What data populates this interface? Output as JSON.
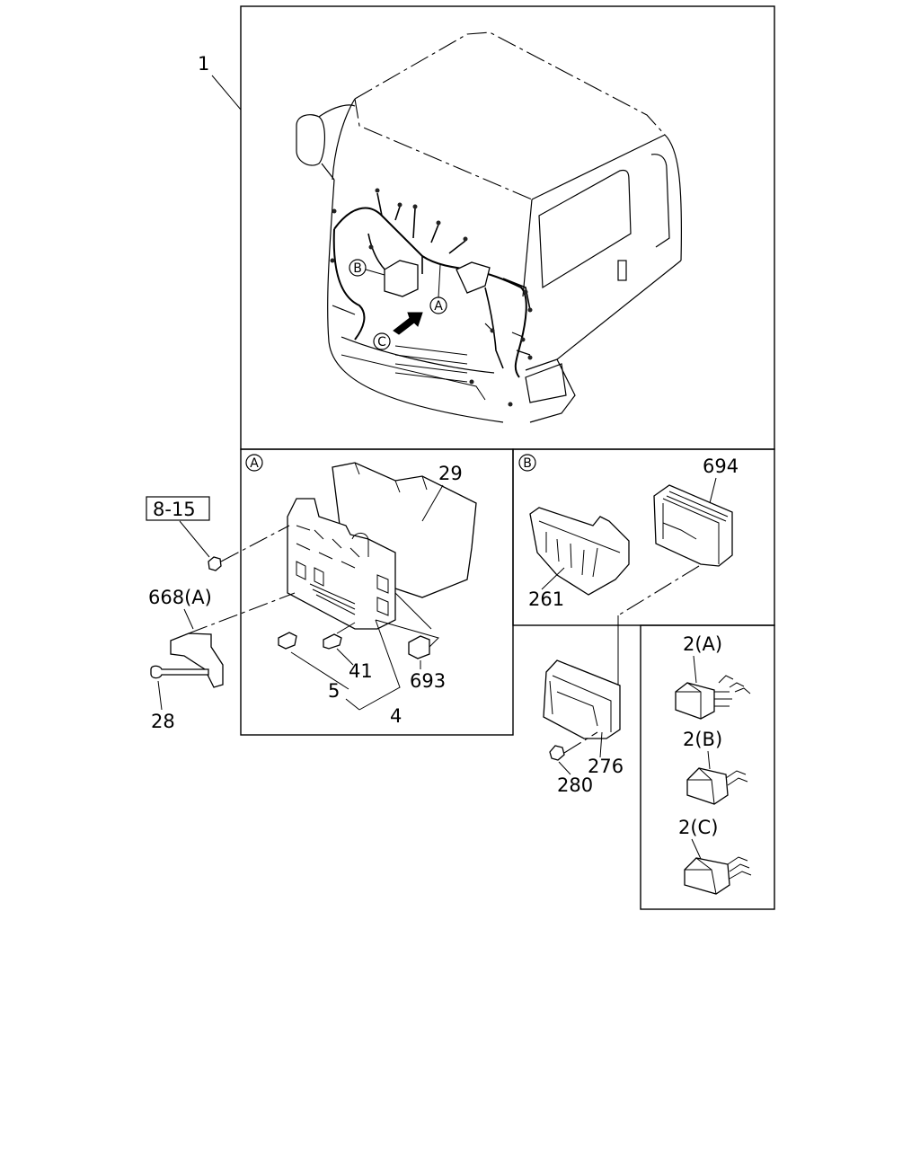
{
  "callouts": {
    "c1": "1",
    "c29": "29",
    "c694": "694",
    "c8_15": "8-15",
    "c668a": "668(A)",
    "c261": "261",
    "c41": "41",
    "c693": "693",
    "c5": "5",
    "c4": "4",
    "c28": "28",
    "c2a": "2(A)",
    "c2b": "2(B)",
    "c2c": "2(C)",
    "c276": "276",
    "c280": "280"
  },
  "markers": {
    "A": "A",
    "B": "B",
    "C": "C"
  }
}
